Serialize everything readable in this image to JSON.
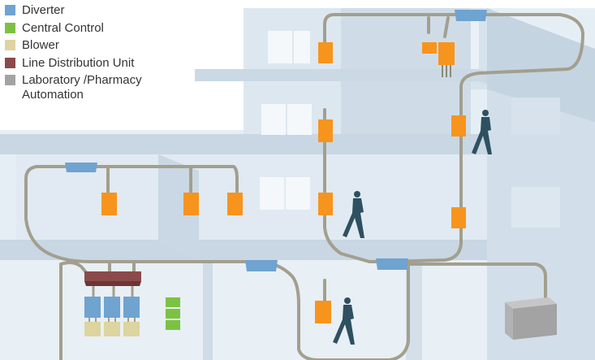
{
  "legend": [
    {
      "label": "Diverter",
      "color": "#6fa3d0",
      "icon": "diverter-swatch"
    },
    {
      "label": "Central Control",
      "color": "#7cc242",
      "icon": "central-control-swatch"
    },
    {
      "label": "Blower",
      "color": "#ddd4a0",
      "icon": "blower-swatch"
    },
    {
      "label": "Line Distribution Unit",
      "color": "#8b4a4a",
      "icon": "line-distribution-unit-swatch"
    },
    {
      "label": "Laboratory /Pharmacy\nAutomation",
      "color": "#a3a3a3",
      "icon": "laboratory-pharmacy-automation-swatch"
    }
  ],
  "colors": {
    "station": "#f7941d",
    "tube": "#a39f8e",
    "person": "#2e5060",
    "building": "#dfe8f0"
  }
}
